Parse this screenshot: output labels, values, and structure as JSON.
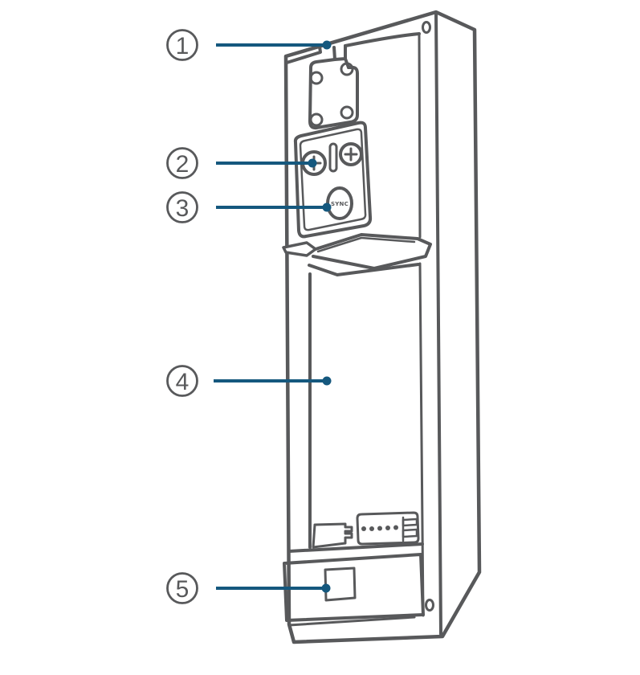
{
  "diagram": {
    "background_color": "#ffffff",
    "colors": {
      "line": "#58595b",
      "callout": "#15587e"
    },
    "sync_button_label": "SYNC",
    "callouts": [
      {
        "number": "1"
      },
      {
        "number": "2"
      },
      {
        "number": "3"
      },
      {
        "number": "4"
      },
      {
        "number": "5"
      }
    ]
  }
}
